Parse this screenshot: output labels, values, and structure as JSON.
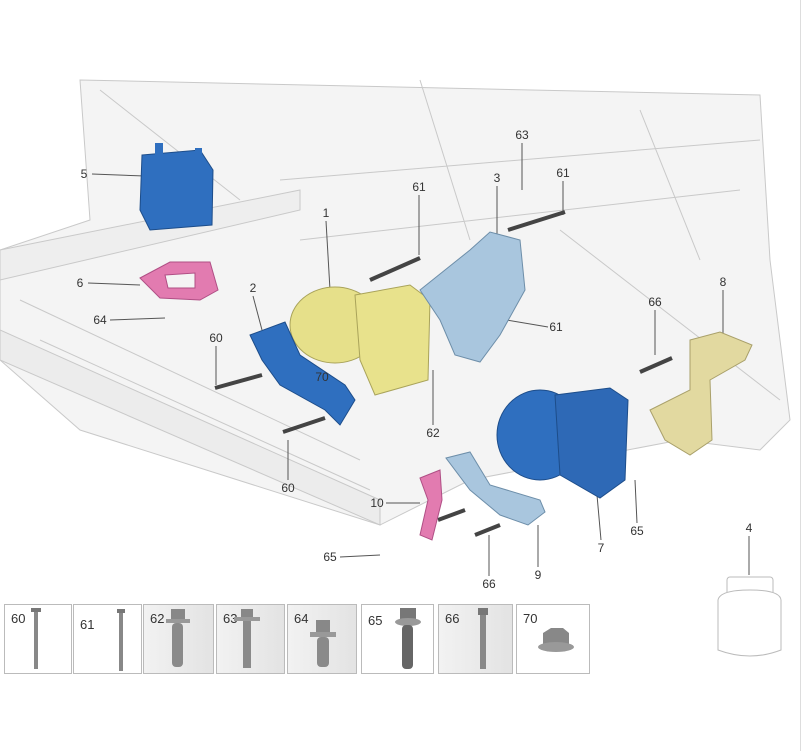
{
  "diagram": {
    "callouts": [
      "5",
      "6",
      "64",
      "60",
      "2",
      "1",
      "70",
      "60",
      "61",
      "63",
      "3",
      "61",
      "61",
      "62",
      "66",
      "8",
      "10",
      "65",
      "66",
      "9",
      "7",
      "65",
      "4"
    ],
    "parts_colors": {
      "blue": "#2f6fbf",
      "yellow": "#e6e08a",
      "pink": "#e27bb0",
      "light_blue": "#a9c6de",
      "beige": "#e2d9a0"
    }
  },
  "thumbnails": [
    {
      "label": "60"
    },
    {
      "label": "61"
    },
    {
      "label": "62"
    },
    {
      "label": "63"
    },
    {
      "label": "64"
    },
    {
      "label": "65"
    },
    {
      "label": "66"
    },
    {
      "label": "70"
    }
  ]
}
